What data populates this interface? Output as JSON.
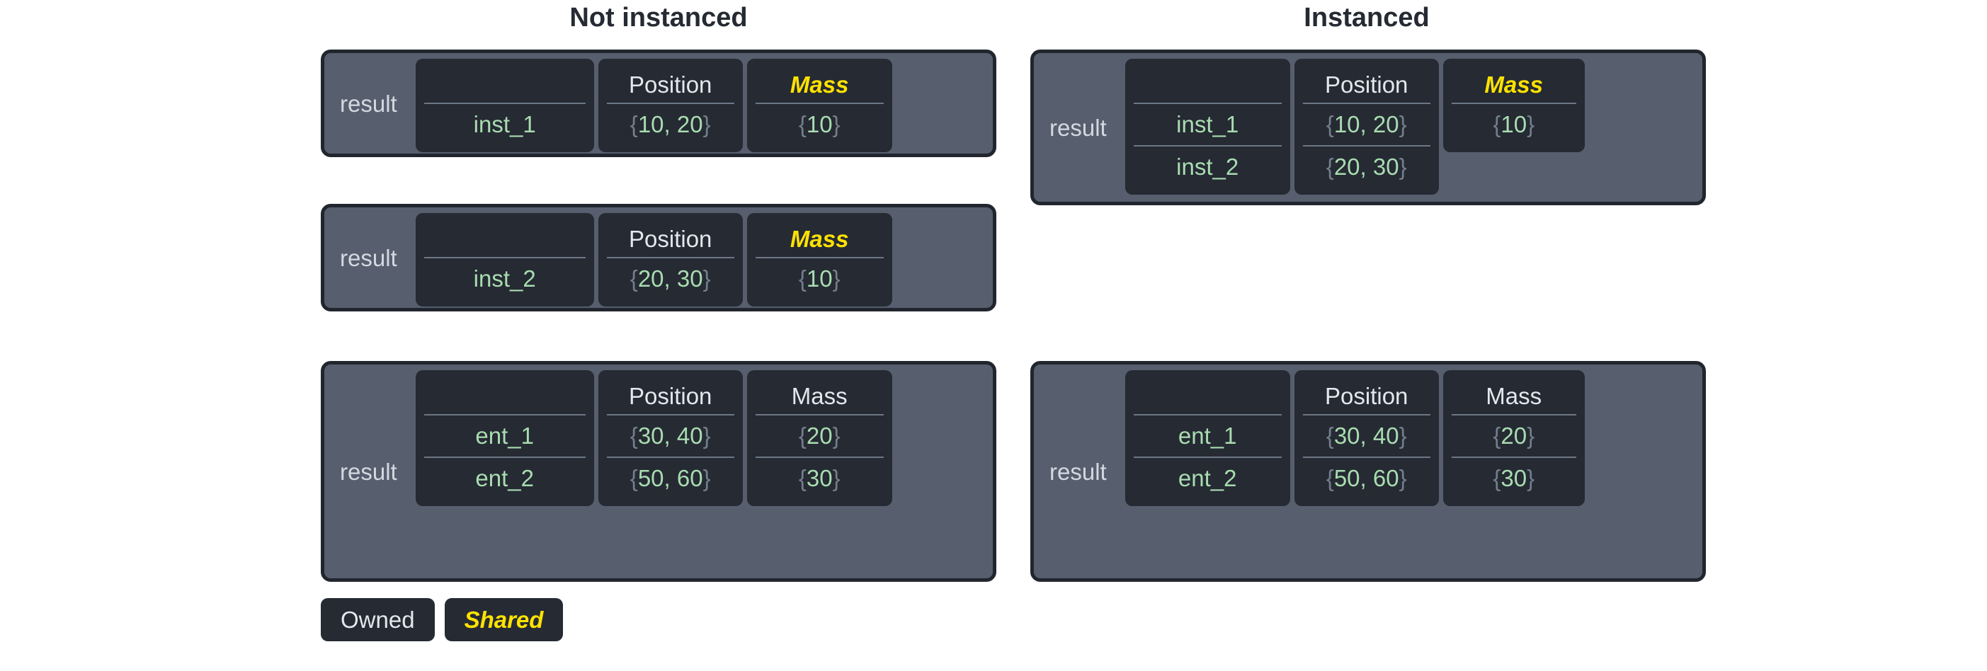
{
  "headings": {
    "left": "Not instanced",
    "right": "Instanced"
  },
  "labels": {
    "result": "result",
    "position": "Position",
    "mass": "Mass",
    "blank": ""
  },
  "legend": {
    "owned": "Owned",
    "shared": "Shared"
  },
  "colors": {
    "page_background": "#ffffff",
    "heading_text": "#252a33",
    "container_fill": "#575e6e",
    "container_border": "#21262e",
    "card_fill": "#252a33",
    "owned_text": "#e3e7ee",
    "shared_text": "#ffe200",
    "value_text": "#a9dcb0",
    "brace_text": "#737e8c",
    "divider": "#6d7785"
  },
  "tables": {
    "left_top": {
      "label": "result",
      "columns": [
        {
          "header": "",
          "ownership": "owned",
          "blank": true
        },
        {
          "header": "Position",
          "ownership": "owned"
        },
        {
          "header": "Mass",
          "ownership": "shared"
        }
      ],
      "rows": [
        {
          "id": "inst_1",
          "position": "{10, 20}",
          "mass": "{10}"
        }
      ]
    },
    "left_middle": {
      "label": "result",
      "columns": [
        {
          "header": "",
          "ownership": "owned",
          "blank": true
        },
        {
          "header": "Position",
          "ownership": "owned"
        },
        {
          "header": "Mass",
          "ownership": "shared"
        }
      ],
      "rows": [
        {
          "id": "inst_2",
          "position": "{20, 30}",
          "mass": "{10}"
        }
      ]
    },
    "left_bottom": {
      "label": "result",
      "columns": [
        {
          "header": "",
          "ownership": "owned",
          "blank": true
        },
        {
          "header": "Position",
          "ownership": "owned"
        },
        {
          "header": "Mass",
          "ownership": "owned"
        }
      ],
      "rows": [
        {
          "id": "ent_1",
          "position": "{30, 40}",
          "mass": "{20}"
        },
        {
          "id": "ent_2",
          "position": "{50, 60}",
          "mass": "{30}"
        }
      ]
    },
    "right_top": {
      "label": "result",
      "columns": [
        {
          "header": "",
          "ownership": "owned",
          "blank": true
        },
        {
          "header": "Position",
          "ownership": "owned"
        },
        {
          "header": "Mass",
          "ownership": "shared"
        }
      ],
      "rows": [
        {
          "id": "inst_1",
          "position": "{10, 20}",
          "mass": "{10}"
        },
        {
          "id": "inst_2",
          "position": "{20, 30}",
          "mass": null
        }
      ]
    },
    "right_bottom": {
      "label": "result",
      "columns": [
        {
          "header": "",
          "ownership": "owned",
          "blank": true
        },
        {
          "header": "Position",
          "ownership": "owned"
        },
        {
          "header": "Mass",
          "ownership": "owned"
        }
      ],
      "rows": [
        {
          "id": "ent_1",
          "position": "{30, 40}",
          "mass": "{20}"
        },
        {
          "id": "ent_2",
          "position": "{50, 60}",
          "mass": "{30}"
        }
      ]
    }
  }
}
